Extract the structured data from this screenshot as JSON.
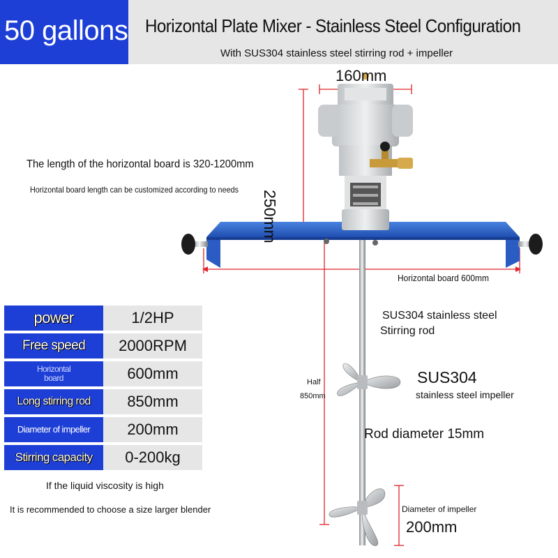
{
  "header": {
    "capacity": "50 gallons",
    "title": "Horizontal Plate Mixer - Stainless Steel Configuration",
    "subtitle": "With SUS304 stainless steel stirring rod + impeller"
  },
  "dimensions": {
    "motor_width": "160mm",
    "motor_height": "250mm",
    "board_length_range": "The length of the horizontal board is 320-1200mm",
    "board_custom_note": "Horizontal board length can be customized according to needs",
    "board_length": "Horizontal board 600mm",
    "half_rod_line1": "Half",
    "half_rod_line2": "850mm",
    "rod_diameter": "Rod diameter 15mm",
    "impeller_diameter_label": "Diameter of impeller",
    "impeller_diameter_value": "200mm"
  },
  "parts": {
    "rod_line1": "SUS304 stainless steel",
    "rod_line2": "Stirring rod",
    "impeller_line1": "SUS304",
    "impeller_line2": "stainless steel impeller"
  },
  "specs": [
    {
      "key": "power",
      "value": "1/2HP"
    },
    {
      "key": "Free speed",
      "value": "2000RPM"
    },
    {
      "key_line1": "Horizontal",
      "key_line2": "board",
      "value": "600mm"
    },
    {
      "key": "Long stirring rod",
      "value": "850mm"
    },
    {
      "key": "Diameter of impeller",
      "value": "200mm"
    },
    {
      "key": "Stirring capacity",
      "value": "0-200kg"
    }
  ],
  "notes": {
    "line1": "If the liquid viscosity is high",
    "line2": "It is recommended to choose a size larger blender"
  },
  "colors": {
    "brand_blue": "#1e3fd6",
    "panel_gray": "#e6e6e6",
    "dimension_red": "#e0242b",
    "board_blue": "#2f63c9"
  }
}
